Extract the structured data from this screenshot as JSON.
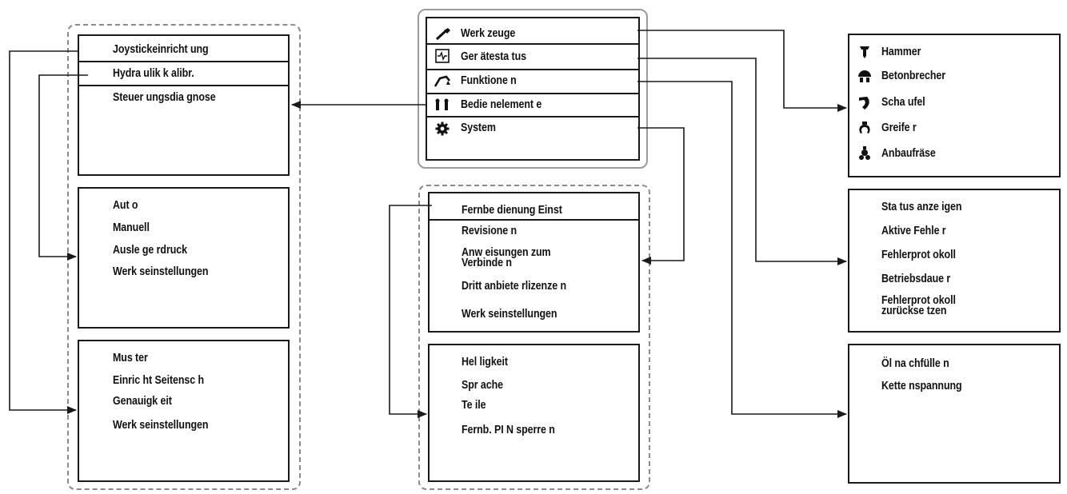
{
  "main_menu": {
    "items": [
      {
        "label": "Werk zeuge",
        "icon": "wrench-icon"
      },
      {
        "label": "Ger ätesta tus",
        "icon": "device-status-icon"
      },
      {
        "label": "Funktione n",
        "icon": "excavator-arm-icon"
      },
      {
        "label": "Bedie nelement e",
        "icon": "controls-icon"
      },
      {
        "label": "System",
        "icon": "gear-icon"
      }
    ]
  },
  "system_menu": {
    "items": [
      "Fernbe dienung Einst",
      "Revisione n",
      "Anw eisungen zum\nVerbinde n",
      "Dritt anbiete rlizenze n",
      "Werk seinstellungen"
    ]
  },
  "remote_menu": {
    "items": [
      "Hel ligkeit",
      "Spr ache",
      "Te ile",
      "Fernb. PI N sperre n"
    ]
  },
  "controls_menu": {
    "items": [
      "Joystickeinricht ung",
      "Hydra ulik k alibr.",
      "Steuer ungsdia gnose"
    ]
  },
  "joystick_menu": {
    "items": [
      "Aut o",
      "Manuell",
      "Ausle ge rdruck",
      "Werk seinstellungen"
    ]
  },
  "hydraulic_menu": {
    "items": [
      "Mus ter",
      "Einric ht  Seitensc h",
      "Genauigk eit",
      "Werk seinstellungen"
    ]
  },
  "tools_menu": {
    "items": [
      {
        "label": "Hammer",
        "icon": "hammer-icon"
      },
      {
        "label": "Betonbrecher",
        "icon": "crusher-icon"
      },
      {
        "label": "Scha ufel",
        "icon": "bucket-icon"
      },
      {
        "label": "Greife r",
        "icon": "grapple-icon"
      },
      {
        "label": "Anbaufräse",
        "icon": "milling-cutter-icon"
      }
    ]
  },
  "status_menu": {
    "items": [
      "Sta tus  anze igen",
      "Aktive Fehle r",
      "Fehlerprot okoll",
      "Betriebsdaue r",
      "Fehlerprot okoll\nzurückse tzen"
    ]
  },
  "functions_menu": {
    "items": [
      "Öl na chfülle n",
      "Kette nspannung"
    ]
  },
  "colors": {
    "line": "#1a1a1a",
    "dashed_border": "#8a8a8a"
  }
}
